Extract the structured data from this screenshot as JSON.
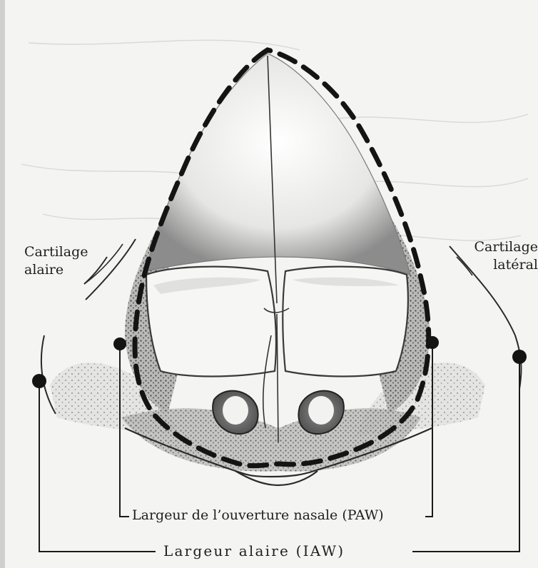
{
  "labels": {
    "cartilage_alaire_line1": "Cartilage",
    "cartilage_alaire_line2": "alaire",
    "cartilage_lateral_line1": "Cartilage",
    "cartilage_lateral_line2": "latéral",
    "paw": "Largeur de l’ouverture nasale (PAW)",
    "iaw": "Largeur alaire (IAW)"
  },
  "colors": {
    "background": "#f4f4f2",
    "ink": "#1e1e1e",
    "stipple_dark": "#6b6b6b",
    "stipple_mid": "#9a9a9a"
  }
}
